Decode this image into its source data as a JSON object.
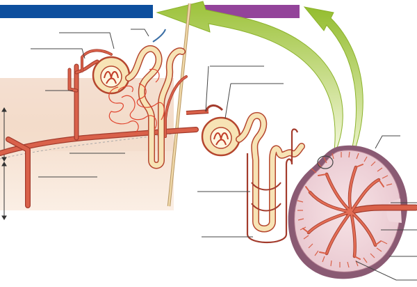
{
  "diagram": {
    "kind": "unlabeled nephron and kidney anatomy illustration",
    "label_boxes": [
      {
        "name": "left-title-box",
        "color": "#0d4f9e",
        "text": ""
      },
      {
        "name": "right-title-box",
        "color": "#93449a",
        "text": ""
      }
    ],
    "callout_labels": [],
    "colors": {
      "artery": "#d9614a",
      "artery_dark": "#a33b2c",
      "tubule_fill": "#f7e3b5",
      "tubule_outline": "#b5462e",
      "capillary": "#e0452f",
      "cortex_band": "#f3dccd",
      "medulla_band": "#faeadf",
      "kidney_capsule": "#8a5a73",
      "kidney_cortex": "#f0d6dc",
      "divider": "#e6c48d",
      "arrow_green_light": "#eef5c6",
      "arrow_green_dark": "#8cb52c",
      "leader_line": "#333333"
    },
    "icons": [
      "kidney-illustration",
      "nephron-illustration",
      "green-curved-arrow"
    ]
  }
}
